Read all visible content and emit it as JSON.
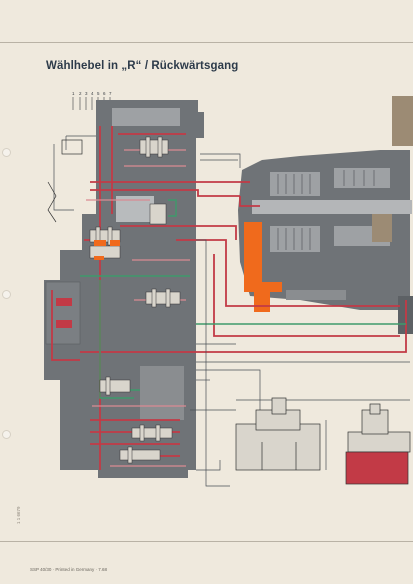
{
  "title": "Wählhebel in „R“ / Rückwärtsgang",
  "footer": "SSP 40/30 · Printed in Germany · 7.68",
  "side_code": "1 1 6679",
  "pin_labels": [
    "1",
    "2",
    "3",
    "4",
    "5",
    "6",
    "7"
  ],
  "colors": {
    "housing": "#6f7377",
    "housing_light": "#9ea1a4",
    "pressure_red": "#c23a46",
    "pressure_pink": "#d98a93",
    "return_green": "#3f9a6b",
    "orange": "#f06a1c",
    "paper": "#efe9dd"
  }
}
